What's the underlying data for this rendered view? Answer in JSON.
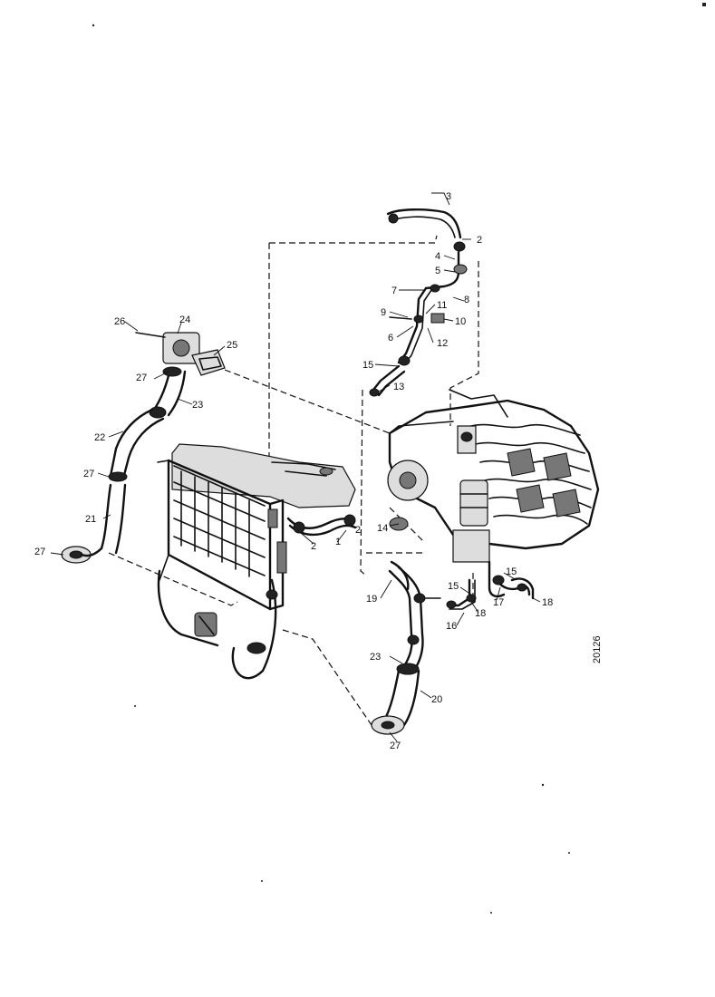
{
  "drawing_number": "20126",
  "callouts": [
    {
      "id": "c1",
      "text": "1"
    },
    {
      "id": "c2a",
      "text": "2"
    },
    {
      "id": "c2b",
      "text": "2"
    },
    {
      "id": "c2c",
      "text": "2"
    },
    {
      "id": "c3",
      "text": "3"
    },
    {
      "id": "c4",
      "text": "4"
    },
    {
      "id": "c5",
      "text": "5"
    },
    {
      "id": "c6",
      "text": "6"
    },
    {
      "id": "c7",
      "text": "7"
    },
    {
      "id": "c8",
      "text": "8"
    },
    {
      "id": "c9",
      "text": "9"
    },
    {
      "id": "c10",
      "text": "10"
    },
    {
      "id": "c11",
      "text": "11"
    },
    {
      "id": "c12",
      "text": "12"
    },
    {
      "id": "c13",
      "text": "13"
    },
    {
      "id": "c14",
      "text": "14"
    },
    {
      "id": "c15a",
      "text": "15"
    },
    {
      "id": "c15b",
      "text": "15"
    },
    {
      "id": "c15c",
      "text": "15"
    },
    {
      "id": "c16",
      "text": "16"
    },
    {
      "id": "c17",
      "text": "17"
    },
    {
      "id": "c18a",
      "text": "18"
    },
    {
      "id": "c18b",
      "text": "18"
    },
    {
      "id": "c19",
      "text": "19"
    },
    {
      "id": "c20",
      "text": "20"
    },
    {
      "id": "c21",
      "text": "21"
    },
    {
      "id": "c22",
      "text": "22"
    },
    {
      "id": "c23a",
      "text": "23"
    },
    {
      "id": "c23b",
      "text": "23"
    },
    {
      "id": "c24",
      "text": "24"
    },
    {
      "id": "c25",
      "text": "25"
    },
    {
      "id": "c26",
      "text": "26"
    },
    {
      "id": "c27a",
      "text": "27"
    },
    {
      "id": "c27b",
      "text": "27"
    },
    {
      "id": "c27c",
      "text": "27"
    },
    {
      "id": "c27d",
      "text": "27"
    }
  ]
}
